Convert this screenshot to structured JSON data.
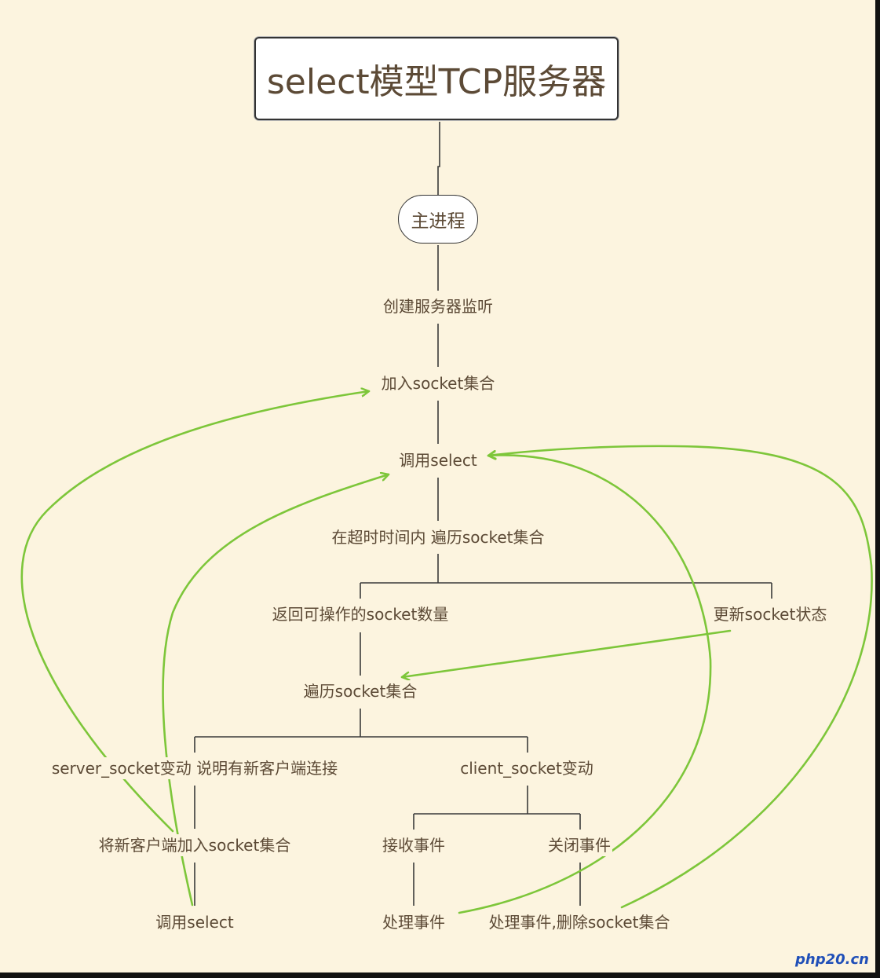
{
  "title": "select模型TCP服务器",
  "main_process": "主进程",
  "nodes": {
    "create_listen": "创建服务器监听",
    "add_set": "加入socket集合",
    "call_select": "调用select",
    "traverse_timeout": "在超时时间内 遍历socket集合",
    "return_count": "返回可操作的socket数量",
    "update_state": "更新socket状态",
    "traverse_set": "遍历socket集合",
    "server_change": "server_socket变动 说明有新客户端连接",
    "client_change": "client_socket变动",
    "add_new_client": "将新客户端加入socket集合",
    "recv_event": "接收事件",
    "close_event": "关闭事件",
    "call_select_2": "调用select",
    "handle_event": "处理事件",
    "handle_remove": "处理事件,删除socket集合"
  },
  "watermark": "php20.cn",
  "colors": {
    "background": "#fcf4df",
    "text": "#5c4a36",
    "tree_line": "#3a3a3a",
    "arrow": "#7dc63a"
  }
}
